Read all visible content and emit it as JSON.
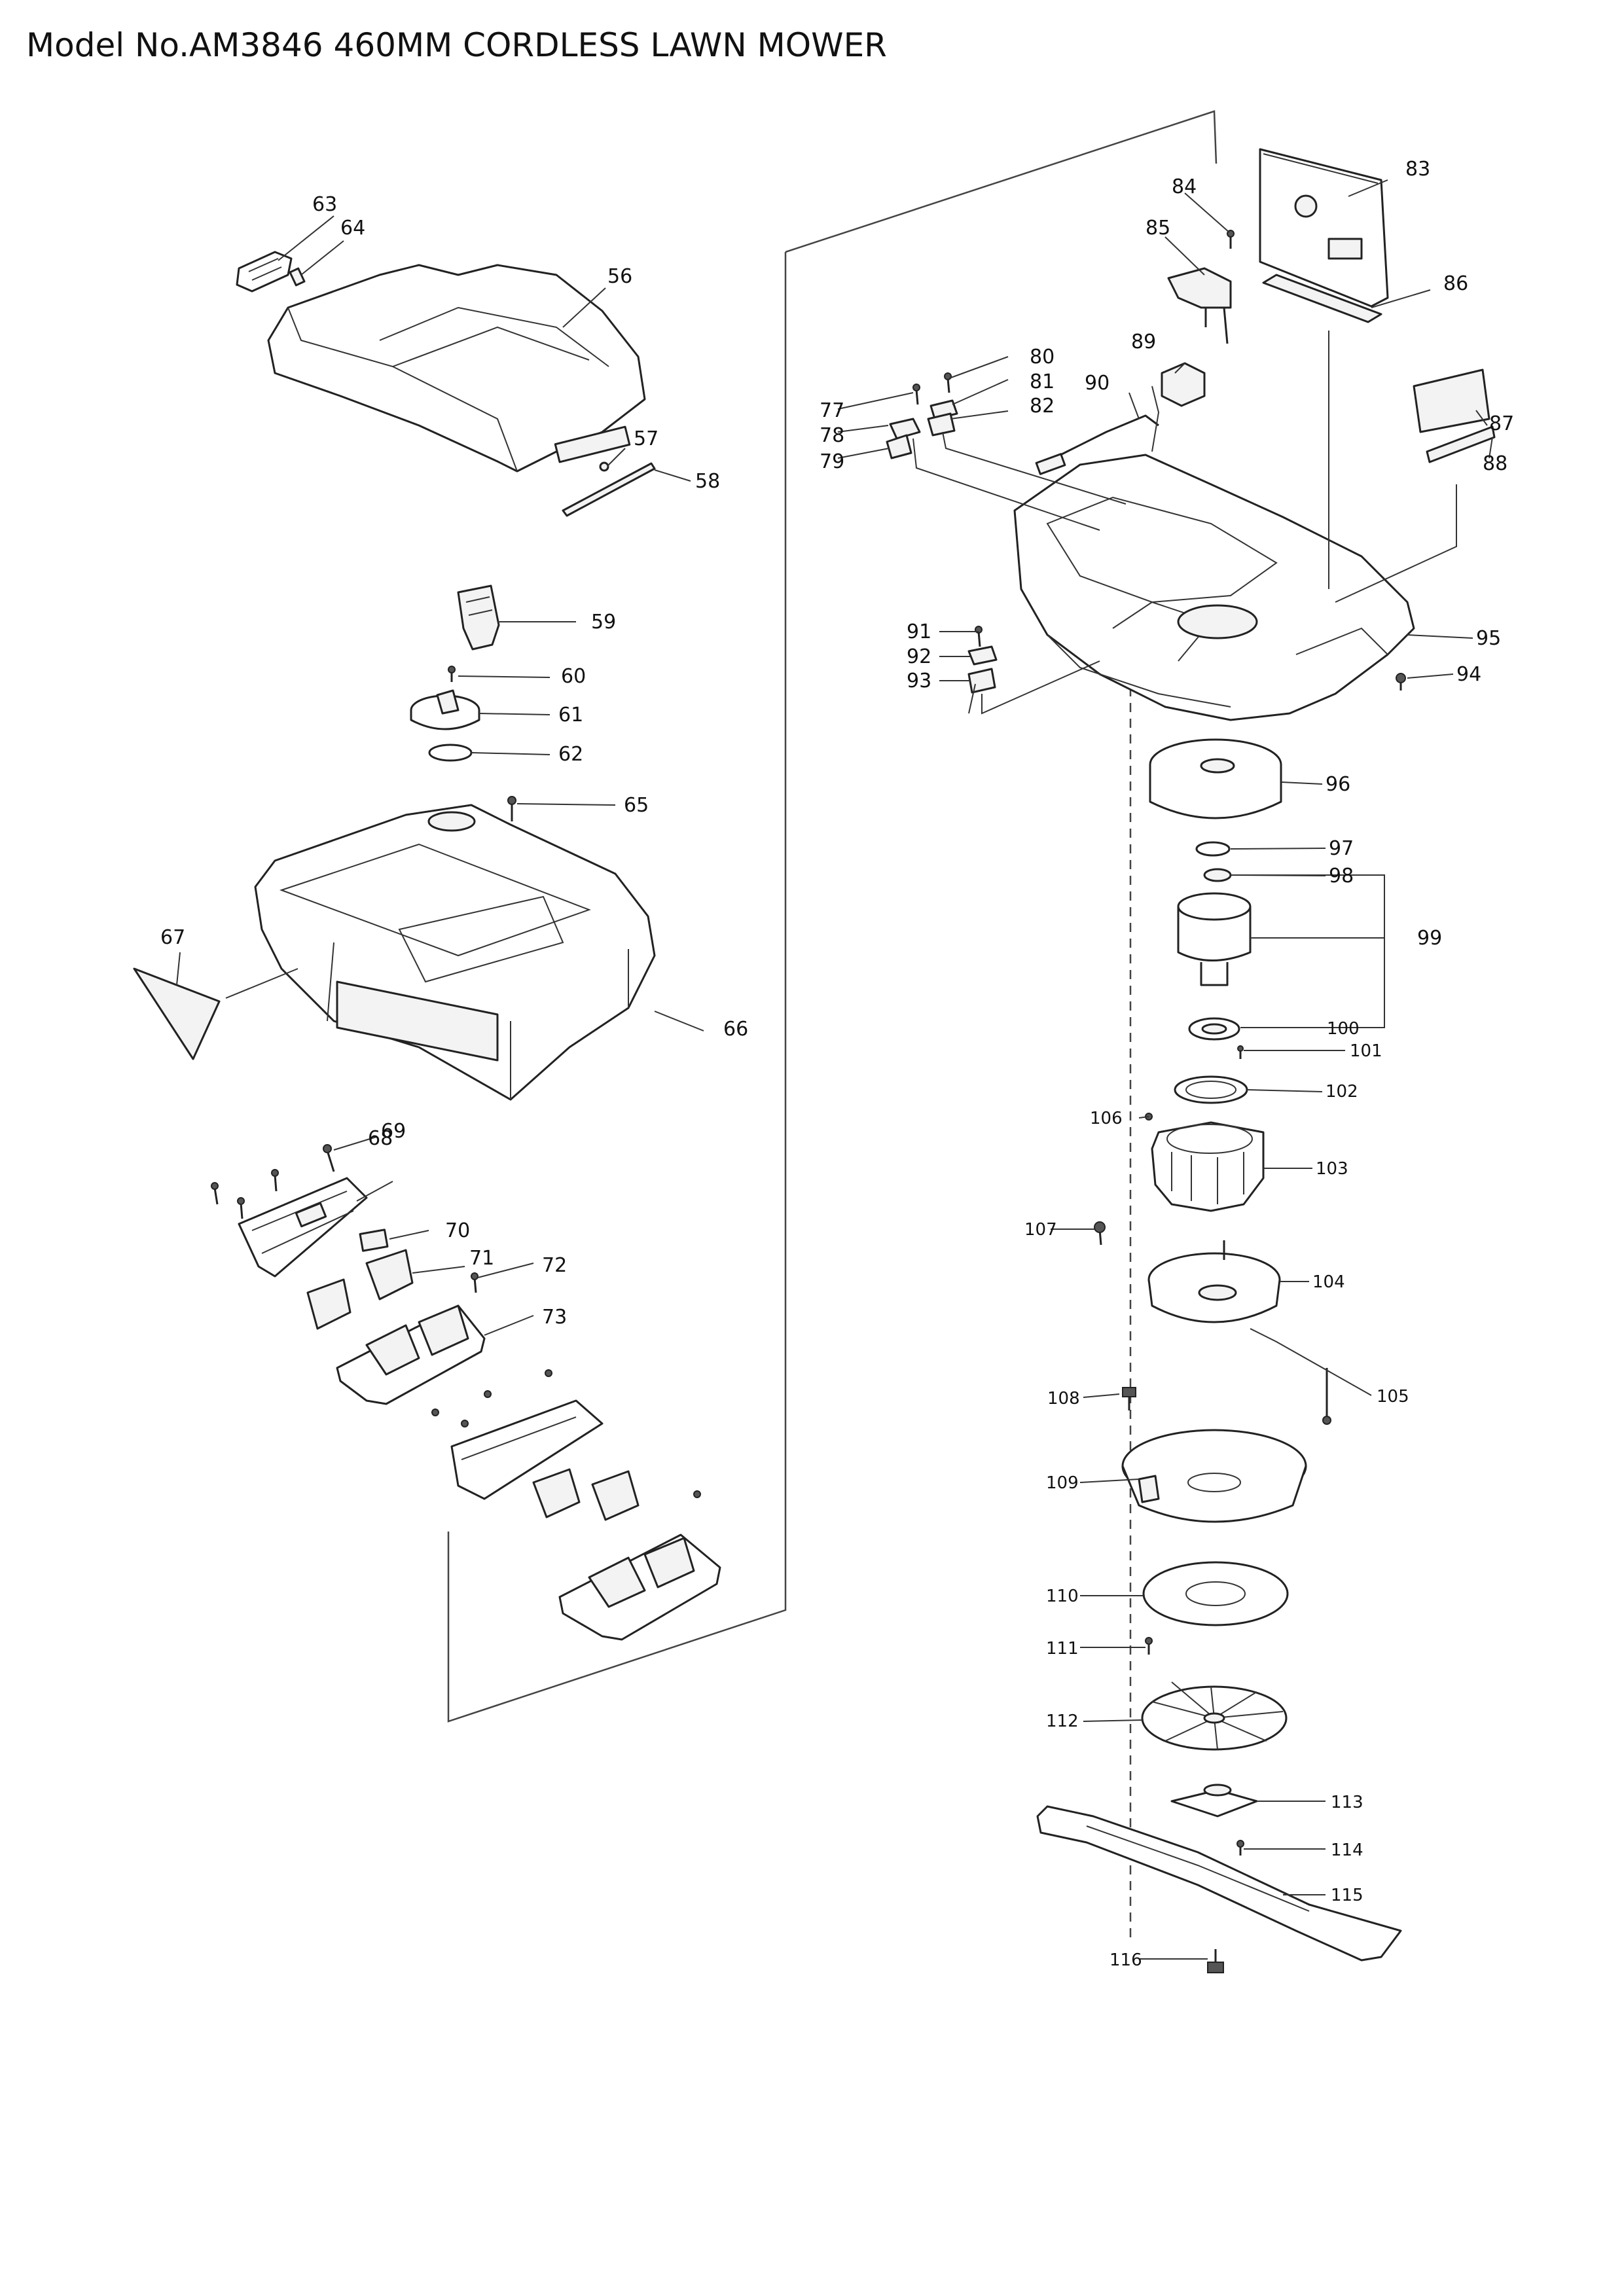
{
  "title": "Model No.AM3846 460MM CORDLESS LAWN MOWER",
  "parts": [
    "56",
    "57",
    "58",
    "59",
    "60",
    "61",
    "62",
    "63",
    "64",
    "65",
    "66",
    "67",
    "68",
    "69",
    "70",
    "71",
    "72",
    "73",
    "77",
    "78",
    "79",
    "80",
    "81",
    "82",
    "83",
    "84",
    "85",
    "86",
    "87",
    "88",
    "89",
    "90",
    "91",
    "92",
    "93",
    "94",
    "95",
    "96",
    "97",
    "98",
    "99",
    "100",
    "101",
    "102",
    "103",
    "104",
    "105",
    "106",
    "107",
    "108",
    "109",
    "110",
    "111",
    "112",
    "113",
    "114",
    "115",
    "116"
  ]
}
